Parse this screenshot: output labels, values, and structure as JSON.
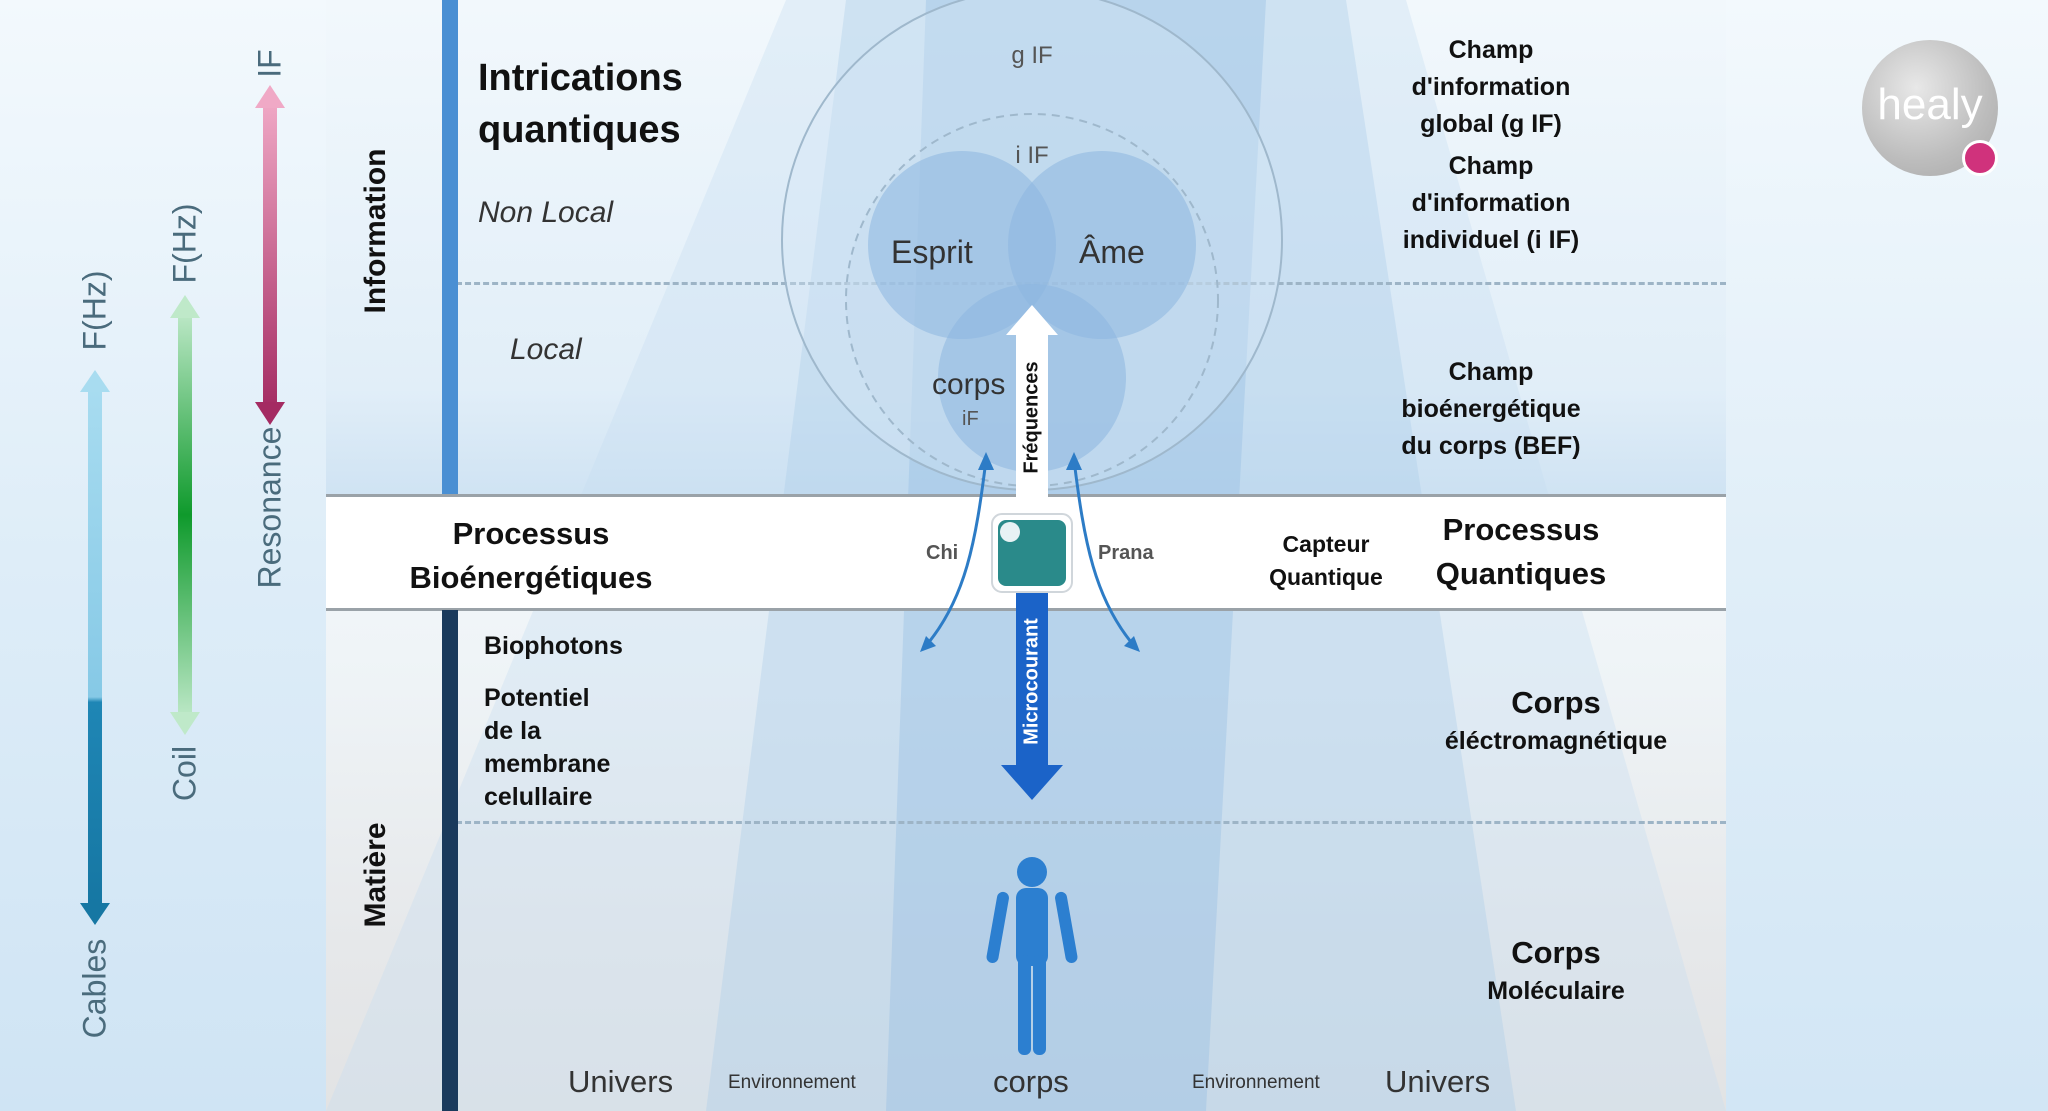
{
  "left_arrows": {
    "cables": {
      "top": "F(Hz)",
      "bottom": "Cables"
    },
    "coil": {
      "top": "F(Hz)",
      "bottom": "Coil"
    },
    "if": {
      "top": "IF",
      "bottom": "Resonance"
    }
  },
  "sections": {
    "information": "Information",
    "matiere": "Matière"
  },
  "left_labels": {
    "intrications": [
      "Intrications",
      "quantiques"
    ],
    "non_local": "Non Local",
    "local": "Local",
    "processus_bio": [
      "Processus",
      "Bioénergétiques"
    ],
    "biophotons": "Biophotons",
    "potentiel": [
      "Potentiel",
      "de la",
      "membrane",
      "celullaire"
    ]
  },
  "circles": {
    "g_if": "g IF",
    "i_if": "i IF",
    "esprit": "Esprit",
    "ame": "Âme",
    "corps": "corps",
    "corps_if": "iF"
  },
  "arrows": {
    "frequences": "Fréquences",
    "microcourant": "Microcourant",
    "chi": "Chi",
    "prana": "Prana"
  },
  "right_labels": {
    "g_if_field": [
      "Champ d'information",
      "global (g IF)"
    ],
    "i_if_field": [
      "Champ d'information",
      "individuel (i IF)"
    ],
    "bef": [
      "Champ bioénergétique",
      "du corps (BEF)"
    ],
    "capteur": [
      "Capteur",
      "Quantique"
    ],
    "processus_q": [
      "Processus",
      "Quantiques"
    ],
    "corps_em": [
      "Corps",
      "éléctromagnétique"
    ],
    "corps_mol": [
      "Corps",
      "Moléculaire"
    ]
  },
  "bottom_labels": {
    "univers_left": "Univers",
    "env_left": "Environnement",
    "corps": "corps",
    "env_right": "Environnement",
    "univers_right": "Univers"
  },
  "logo": {
    "text": "healy"
  },
  "colors": {
    "cables_light": "#8fcde8",
    "cables_dark": "#1e86b3",
    "coil": "#1aa33a",
    "if_arrow": "#b33a6f",
    "info_bar": "#4a8fd3",
    "matter_bar": "#1a3a5c",
    "freq_arrow": "#ffffff",
    "micro_arrow": "#1b63c8"
  }
}
